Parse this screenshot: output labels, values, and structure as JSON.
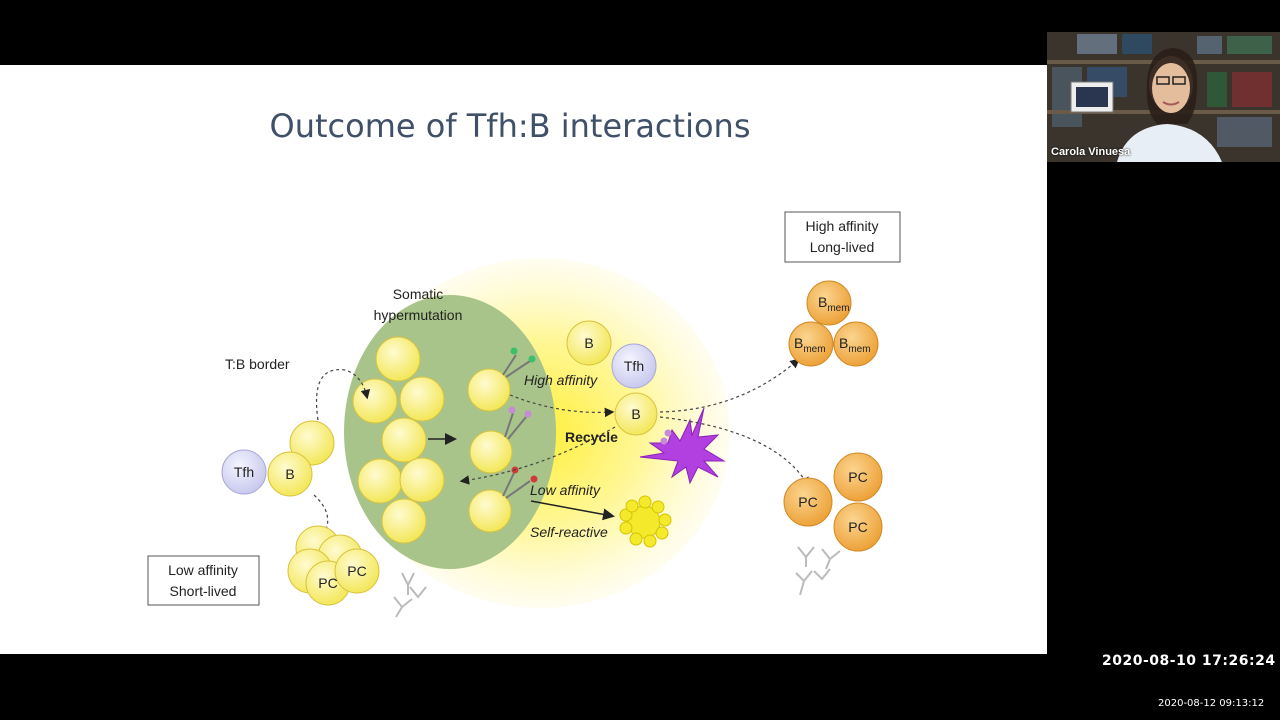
{
  "slide": {
    "title": "Outcome of Tfh:B interactions",
    "labels": {
      "somatic_line1": "Somatic",
      "somatic_line2": "hypermutation",
      "tb_border": "T:B border",
      "high_affinity_arrow": "High affinity",
      "recycle": "Recycle",
      "low_affinity_arrow": "Low affinity",
      "self_reactive": "Self-reactive",
      "box_high_line1": "High affinity",
      "box_high_line2": "Long-lived",
      "box_low_line1": "Low affinity",
      "box_low_line2": "Short-lived"
    },
    "cells": {
      "tfh": "Tfh",
      "b": "B",
      "b_mem_base": "B",
      "b_mem_sub": "mem",
      "pc": "PC"
    },
    "colors": {
      "germinal_center_green": "#a9c48a",
      "light_zone_yellow": "#fff6b0",
      "b_cell_yellow": "#fbf17a",
      "tfh_lavender": "#dcdcf5",
      "orange_cell": "#f3b453",
      "dendritic_purple": "#b23fe0"
    }
  },
  "webcam": {
    "speaker_name": "Carola Vinuesa"
  },
  "timestamps": {
    "main": "2020-08-10  17:26:24",
    "recording": "2020-08-12  09:13:12"
  }
}
